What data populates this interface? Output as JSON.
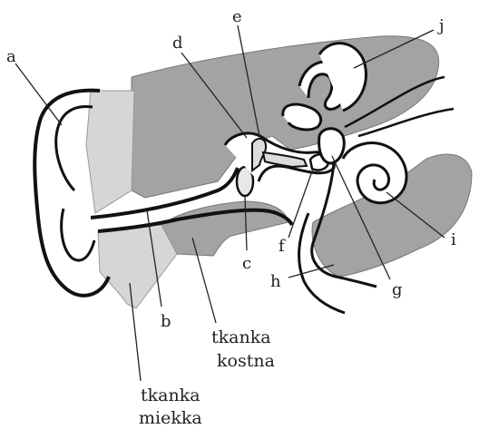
{
  "labels": {
    "a": "a",
    "b": "b",
    "c": "c",
    "d": "d",
    "e": "e",
    "f": "f",
    "g": "g",
    "h": "h",
    "i": "i",
    "j": "j"
  },
  "tissue": {
    "bone_line1": "tkanka",
    "bone_line2": "kostna",
    "soft_line1": "tkanka",
    "soft_line2": "miekka"
  },
  "colors": {
    "bone_fill": "#a3a3a3",
    "soft_fill": "#d6d6d6",
    "outline": "#111111"
  }
}
